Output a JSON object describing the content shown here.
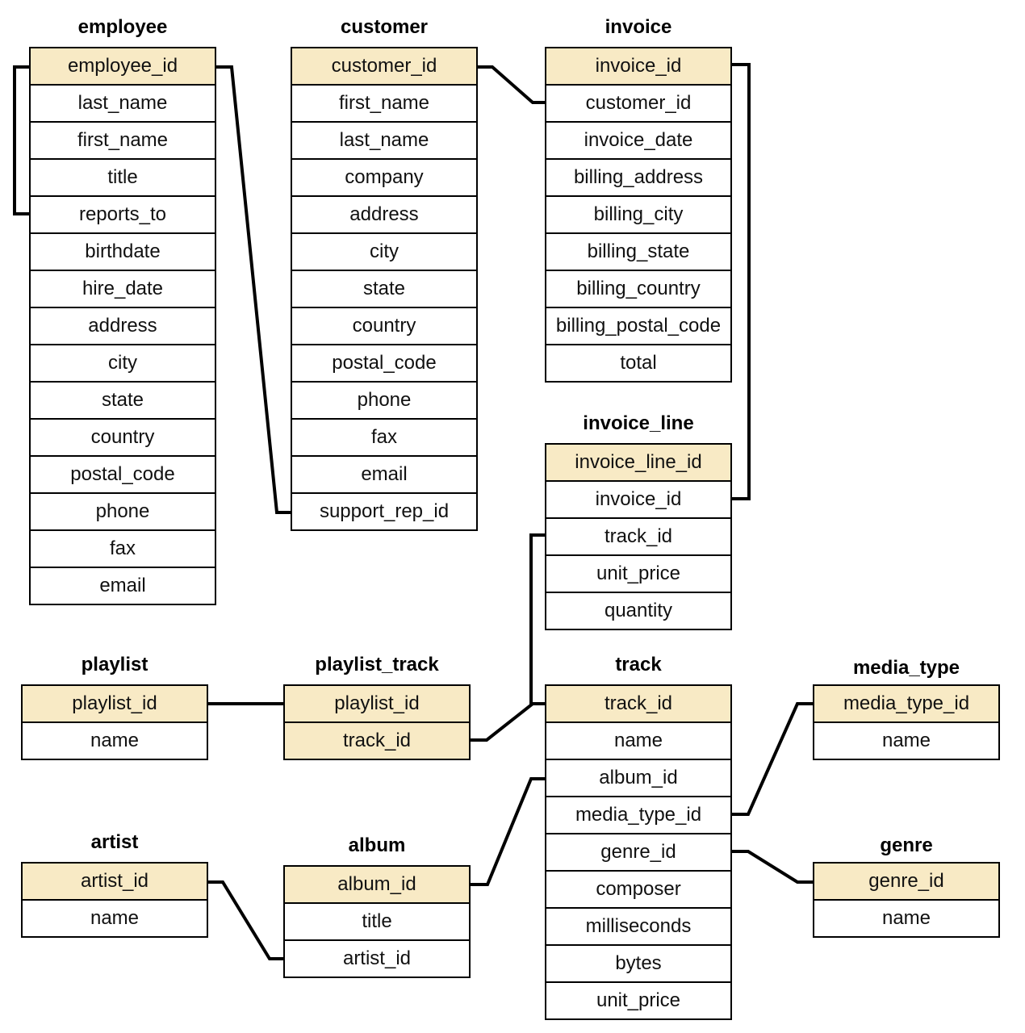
{
  "tables": [
    {
      "id": "employee",
      "title": "employee",
      "columns": [
        {
          "name": "employee_id",
          "pk": true
        },
        {
          "name": "last_name",
          "pk": false
        },
        {
          "name": "first_name",
          "pk": false
        },
        {
          "name": "title",
          "pk": false
        },
        {
          "name": "reports_to",
          "pk": false
        },
        {
          "name": "birthdate",
          "pk": false
        },
        {
          "name": "hire_date",
          "pk": false
        },
        {
          "name": "address",
          "pk": false
        },
        {
          "name": "city",
          "pk": false
        },
        {
          "name": "state",
          "pk": false
        },
        {
          "name": "country",
          "pk": false
        },
        {
          "name": "postal_code",
          "pk": false
        },
        {
          "name": "phone",
          "pk": false
        },
        {
          "name": "fax",
          "pk": false
        },
        {
          "name": "email",
          "pk": false
        }
      ]
    },
    {
      "id": "customer",
      "title": "customer",
      "columns": [
        {
          "name": "customer_id",
          "pk": true
        },
        {
          "name": "first_name",
          "pk": false
        },
        {
          "name": "last_name",
          "pk": false
        },
        {
          "name": "company",
          "pk": false
        },
        {
          "name": "address",
          "pk": false
        },
        {
          "name": "city",
          "pk": false
        },
        {
          "name": "state",
          "pk": false
        },
        {
          "name": "country",
          "pk": false
        },
        {
          "name": "postal_code",
          "pk": false
        },
        {
          "name": "phone",
          "pk": false
        },
        {
          "name": "fax",
          "pk": false
        },
        {
          "name": "email",
          "pk": false
        },
        {
          "name": "support_rep_id",
          "pk": false
        }
      ]
    },
    {
      "id": "invoice",
      "title": "invoice",
      "columns": [
        {
          "name": "invoice_id",
          "pk": true
        },
        {
          "name": "customer_id",
          "pk": false
        },
        {
          "name": "invoice_date",
          "pk": false
        },
        {
          "name": "billing_address",
          "pk": false
        },
        {
          "name": "billing_city",
          "pk": false
        },
        {
          "name": "billing_state",
          "pk": false
        },
        {
          "name": "billing_country",
          "pk": false
        },
        {
          "name": "billing_postal_code",
          "pk": false
        },
        {
          "name": "total",
          "pk": false
        }
      ]
    },
    {
      "id": "invoice_line",
      "title": "invoice_line",
      "columns": [
        {
          "name": "invoice_line_id",
          "pk": true
        },
        {
          "name": "invoice_id",
          "pk": false
        },
        {
          "name": "track_id",
          "pk": false
        },
        {
          "name": "unit_price",
          "pk": false
        },
        {
          "name": "quantity",
          "pk": false
        }
      ]
    },
    {
      "id": "playlist",
      "title": "playlist",
      "columns": [
        {
          "name": "playlist_id",
          "pk": true
        },
        {
          "name": "name",
          "pk": false
        }
      ]
    },
    {
      "id": "playlist_track",
      "title": "playlist_track",
      "columns": [
        {
          "name": "playlist_id",
          "pk": true
        },
        {
          "name": "track_id",
          "pk": true
        }
      ]
    },
    {
      "id": "track",
      "title": "track",
      "columns": [
        {
          "name": "track_id",
          "pk": true
        },
        {
          "name": "name",
          "pk": false
        },
        {
          "name": "album_id",
          "pk": false
        },
        {
          "name": "media_type_id",
          "pk": false
        },
        {
          "name": "genre_id",
          "pk": false
        },
        {
          "name": "composer",
          "pk": false
        },
        {
          "name": "milliseconds",
          "pk": false
        },
        {
          "name": "bytes",
          "pk": false
        },
        {
          "name": "unit_price",
          "pk": false
        }
      ]
    },
    {
      "id": "media_type",
      "title": "media_type",
      "columns": [
        {
          "name": "media_type_id",
          "pk": true
        },
        {
          "name": "name",
          "pk": false
        }
      ]
    },
    {
      "id": "artist",
      "title": "artist",
      "columns": [
        {
          "name": "artist_id",
          "pk": true
        },
        {
          "name": "name",
          "pk": false
        }
      ]
    },
    {
      "id": "album",
      "title": "album",
      "columns": [
        {
          "name": "album_id",
          "pk": true
        },
        {
          "name": "title",
          "pk": false
        },
        {
          "name": "artist_id",
          "pk": false
        }
      ]
    },
    {
      "id": "genre",
      "title": "genre",
      "columns": [
        {
          "name": "genre_id",
          "pk": true
        },
        {
          "name": "name",
          "pk": false
        }
      ]
    }
  ],
  "relationships": [
    {
      "from": "employee.reports_to",
      "to": "employee.employee_id"
    },
    {
      "from": "customer.support_rep_id",
      "to": "employee.employee_id"
    },
    {
      "from": "invoice.customer_id",
      "to": "customer.customer_id"
    },
    {
      "from": "invoice_line.invoice_id",
      "to": "invoice.invoice_id"
    },
    {
      "from": "invoice_line.track_id",
      "to": "track.track_id"
    },
    {
      "from": "playlist_track.playlist_id",
      "to": "playlist.playlist_id"
    },
    {
      "from": "playlist_track.track_id",
      "to": "track.track_id"
    },
    {
      "from": "track.media_type_id",
      "to": "media_type.media_type_id"
    },
    {
      "from": "track.genre_id",
      "to": "genre.genre_id"
    },
    {
      "from": "track.album_id",
      "to": "album.album_id"
    },
    {
      "from": "album.artist_id",
      "to": "artist.artist_id"
    }
  ]
}
